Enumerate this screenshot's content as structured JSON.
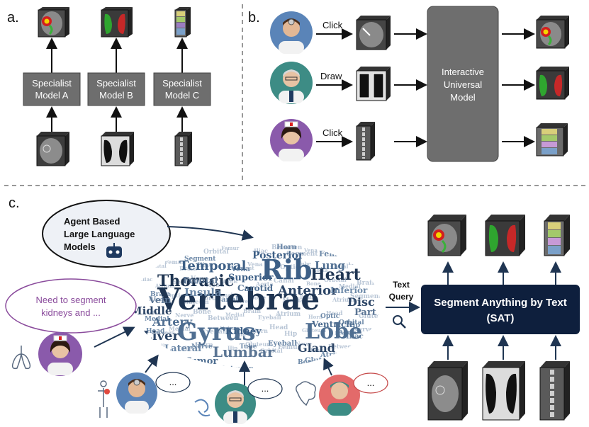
{
  "panels": {
    "a": "a.",
    "b": "b.",
    "c": "c."
  },
  "panel_a": {
    "models": [
      {
        "line1": "Specialist",
        "line2": "Model A"
      },
      {
        "line1": "Specialist",
        "line2": "Model B"
      },
      {
        "line1": "Specialist",
        "line2": "Model C"
      }
    ]
  },
  "panel_b": {
    "actions": [
      "Click",
      "Draw",
      "Click"
    ],
    "model": {
      "line1": "Interactive",
      "line2": "Universal",
      "line3": "Model"
    }
  },
  "panel_c": {
    "agent_bubble": {
      "line1": "Agent Based",
      "line2": "Large Language",
      "line3": "Models"
    },
    "user_bubble": {
      "line1": "Need to segment",
      "line2": "kidneys and ..."
    },
    "text_query": {
      "line1": "Text",
      "line2": "Query"
    },
    "sat": {
      "line1": "Segment Anything by Text",
      "line2": "(SAT)"
    },
    "ellipsis": "...",
    "wordcloud": {
      "big": [
        "Vertebrae",
        "Gyrus",
        "Rib",
        "Lobe",
        "Thoracic",
        "Lumbar",
        "Heart",
        "Temporal",
        "Anterior",
        "Insula",
        "Artery",
        "Liver",
        "Gland",
        "Lung",
        "Posterior",
        "Disc",
        "Vein",
        "Middle",
        "Lateral",
        "Part",
        "Tumor",
        "Inferior",
        "Superior",
        "Carotid",
        "Kidney",
        "Ventricle",
        "Frontal",
        "Cervical"
      ],
      "small": [
        "Horn",
        "Femur",
        "Vena",
        "Canal",
        "Brain",
        "Head",
        "Nerve",
        "Eyeball",
        "Hip",
        "Iliac",
        "Optic",
        "Bone",
        "Atrium",
        "Gluteum",
        "Between",
        "Tube",
        "Orbital",
        "Segment",
        "Aorta",
        "Medial"
      ]
    }
  },
  "colors": {
    "model_box": "#6e6e6e",
    "sat_box": "#0e1f3d",
    "arrow": "#1f3552",
    "bubble_agent": "#eef1f6",
    "bubble_user_border": "#8a4b9c"
  }
}
